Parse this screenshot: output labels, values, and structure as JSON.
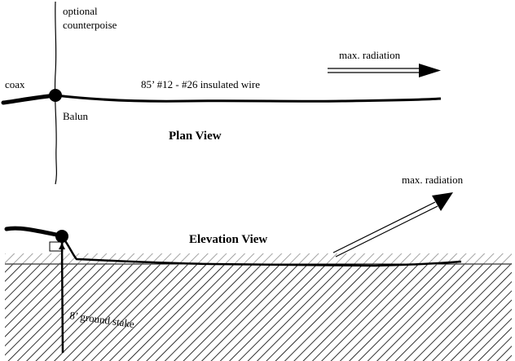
{
  "plan_view": {
    "title": "Plan View",
    "counterpoise_label_line1": "optional",
    "counterpoise_label_line2": "counterpoise",
    "coax_label": "coax",
    "balun_label": "Balun",
    "wire_label": "85’  #12 - #26 insulated wire",
    "radiation_label": "max. radiation"
  },
  "elevation_view": {
    "title": "Elevation View",
    "radiation_label": "max. radiation",
    "stake_label": "8’  ground stake"
  }
}
